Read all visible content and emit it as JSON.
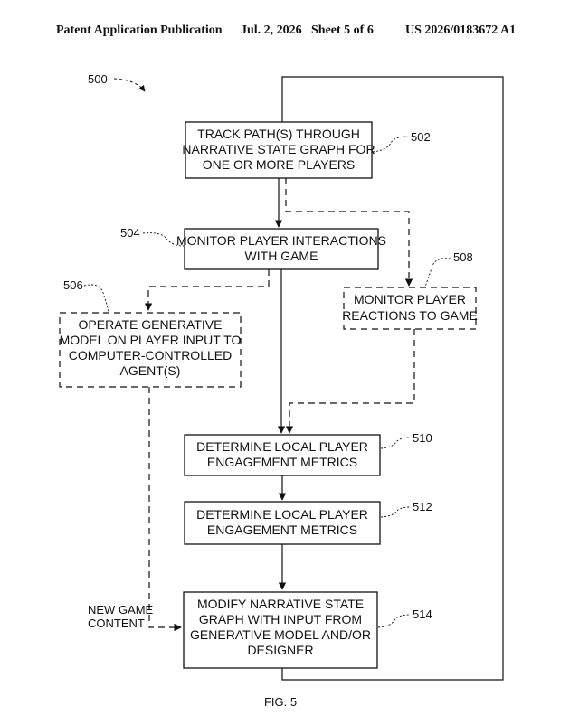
{
  "header": {
    "publication": "Patent Application Publication",
    "date": "Jul. 2, 2026",
    "sheet": "Sheet 5 of 6",
    "number": "US 2026/0183672 A1"
  },
  "diagram": {
    "ref_main": "500",
    "b502": {
      "ref": "502",
      "lines": [
        "TRACK PATH(S) THROUGH",
        "NARRATIVE STATE GRAPH FOR",
        "ONE OR MORE PLAYERS"
      ]
    },
    "b504": {
      "ref": "504",
      "lines": [
        "MONITOR PLAYER INTERACTIONS",
        "WITH GAME"
      ]
    },
    "b506": {
      "ref": "506",
      "lines": [
        "OPERATE GENERATIVE",
        "MODEL ON  PLAYER INPUT TO",
        "COMPUTER-CONTROLLED",
        "AGENT(S)"
      ]
    },
    "b508": {
      "ref": "508",
      "lines": [
        "MONITOR PLAYER",
        "REACTIONS TO GAME"
      ]
    },
    "b510": {
      "ref": "510",
      "lines": [
        "DETERMINE LOCAL PLAYER",
        "ENGAGEMENT METRICS"
      ]
    },
    "b512": {
      "ref": "512",
      "lines": [
        "DETERMINE LOCAL PLAYER",
        "ENGAGEMENT METRICS"
      ]
    },
    "b514": {
      "ref": "514",
      "lines": [
        "MODIFY NARRATIVE STATE",
        "GRAPH WITH INPUT FROM",
        "GENERATIVE MODEL AND/OR",
        "DESIGNER"
      ]
    },
    "new_content_label": [
      "NEW GAME",
      "CONTENT"
    ],
    "figure_label": "FIG. 5"
  }
}
